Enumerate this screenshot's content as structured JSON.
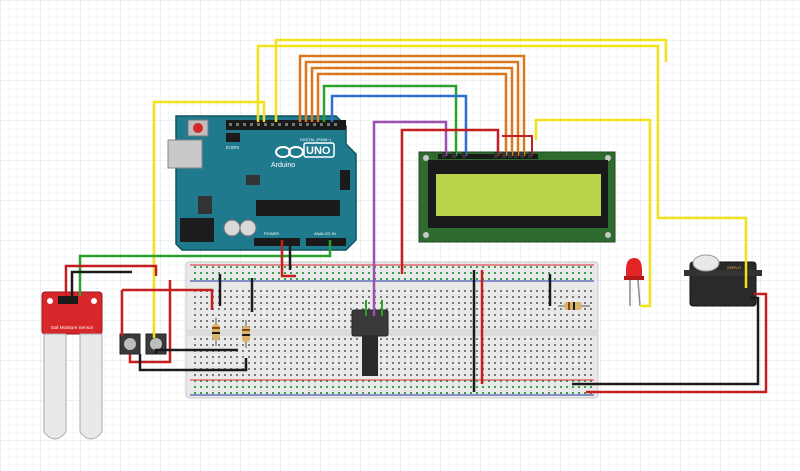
{
  "arduino": {
    "brand": "Arduino",
    "model": "UNO",
    "icsp_label": "ICSP2",
    "digital_label": "DIGITAL (PWM~)",
    "analog_label": "ANALOG IN",
    "power_label": "POWER"
  },
  "sensor": {
    "label": "Soil Moisture Sensor"
  },
  "servo": {
    "label": "SERVO"
  },
  "lcd": {
    "backlight_color": "#b8d34a"
  },
  "colors": {
    "wire_yellow": "#f2e21a",
    "wire_orange": "#d9781f",
    "wire_green": "#2aa12a",
    "wire_blue": "#2f6fd4",
    "wire_purple": "#9b4fb0",
    "wire_red": "#c41e1e",
    "wire_black": "#1a1a1a",
    "arduino_teal": "#1e7a8c",
    "pcb_green": "#2f6b2f",
    "led_red": "#e22424",
    "sensor_red": "#d8272b",
    "breadboard": "#e8e8e8"
  }
}
